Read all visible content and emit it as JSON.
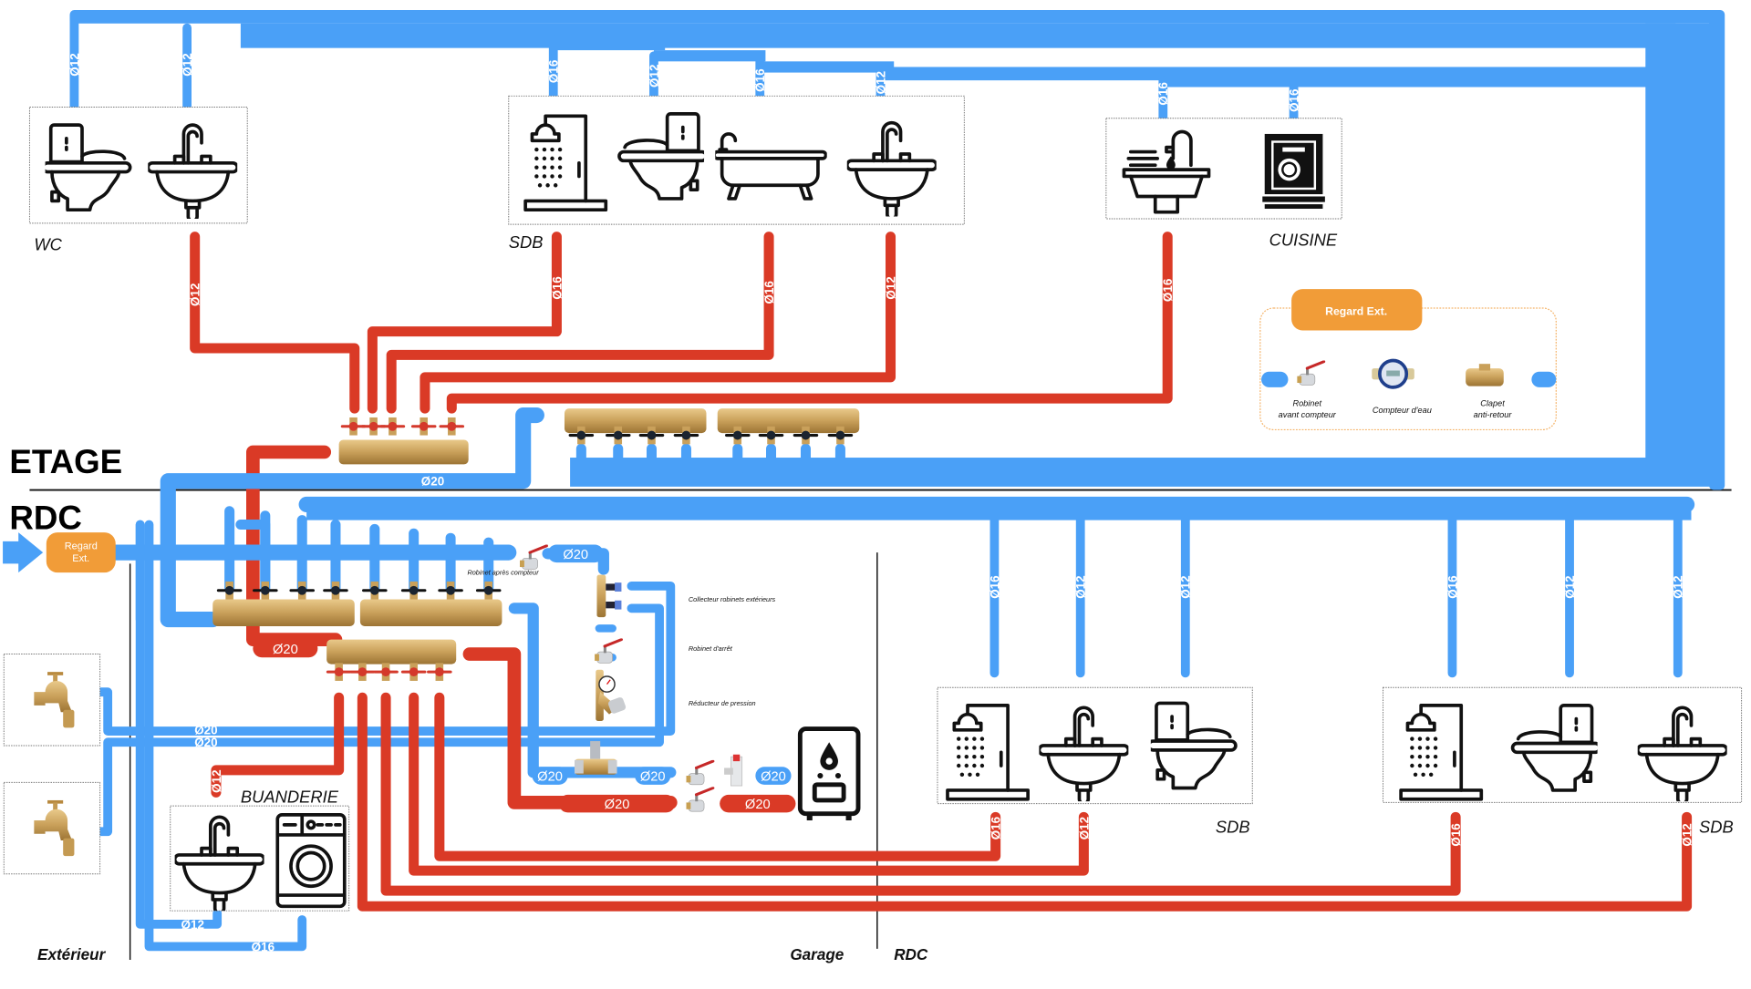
{
  "levels": {
    "upper": "ETAGE",
    "ground": "RDC"
  },
  "zones": {
    "exterior": "Extérieur",
    "garage": "Garage",
    "rdc": "RDC"
  },
  "rooms": {
    "wc": "WC",
    "sdb_upper": "SDB",
    "cuisine": "CUISINE",
    "buanderie": "BUANDERIE",
    "sdb_rdc_1": "SDB",
    "sdb_rdc_2": "SDB"
  },
  "regard": {
    "entry_label": "Regard Ext.",
    "legend_title": "Regard Ext.",
    "legend_items": [
      "Robinet avant compteur",
      "Compteur d'eau",
      "Clapet anti-retour"
    ]
  },
  "components": {
    "robinet_apres_compteur": "Robinet après compteur",
    "collecteur_exterieurs": "Collecteur robinets extérieurs",
    "robinet_arret": "Robinet d'arrêt",
    "reducteur_pression": "Réducteur de pression"
  },
  "colors": {
    "cold": "#4aa0f7",
    "hot": "#da3a26",
    "regard": "#f19c38"
  },
  "pipe_labels": {
    "wc_toilet_cold": "Ø12",
    "wc_sink_cold": "Ø12",
    "sdb_up_shower_cold": "Ø16",
    "sdb_up_toilet_cold": "Ø12",
    "sdb_up_bath_cold": "Ø16",
    "sdb_up_sink_cold": "Ø12",
    "kitchen_sink_cold": "Ø16",
    "dishwasher_cold": "Ø16",
    "wc_sink_hot": "Ø12",
    "sdb_up_shower_hot": "Ø16",
    "sdb_up_bath_hot": "Ø16",
    "sdb_up_sink_hot": "Ø12",
    "kitchen_sink_hot": "Ø16",
    "feed_upstairs": "Ø20",
    "main_after_meter": "Ø20",
    "hot_feed": "Ø20",
    "ext_taps_1": "Ø20",
    "ext_taps_2": "Ø20",
    "buanderie_sink_hot": "Ø12",
    "buanderie_sink_cold": "Ø12",
    "washer_cold": "Ø16",
    "heater_in_1": "Ø20",
    "heater_in_2": "Ø20",
    "heater_in_3": "Ø20",
    "heater_out_hot_1": "Ø20",
    "heater_out_hot_2": "Ø20",
    "sdb1_shower_cold": "Ø16",
    "sdb1_sink_cold": "Ø12",
    "sdb1_toilet_cold": "Ø12",
    "sdb2_shower_cold": "Ø16",
    "sdb2_toilet_cold": "Ø12",
    "sdb2_sink_cold": "Ø12",
    "sdb1_shower_hot": "Ø16",
    "sdb1_sink_hot": "Ø12",
    "sdb2_shower_hot": "Ø16",
    "sdb2_sink_hot": "Ø12"
  }
}
